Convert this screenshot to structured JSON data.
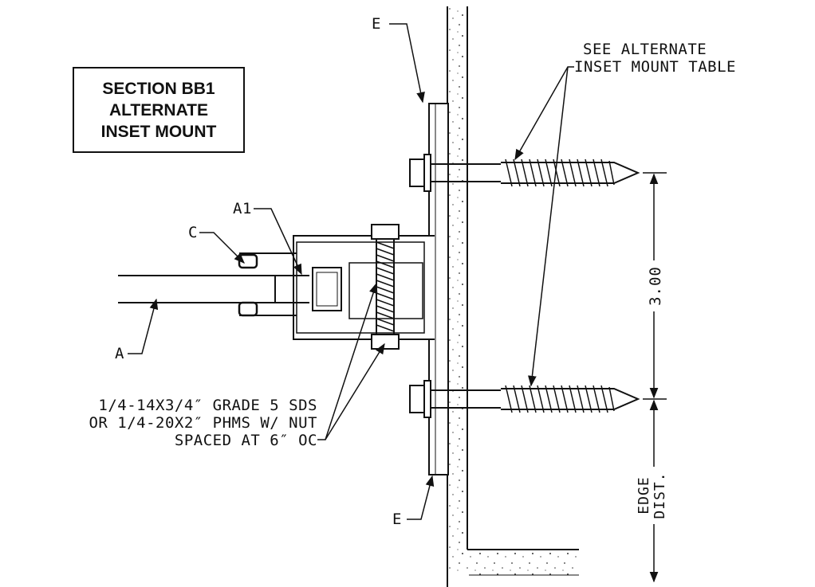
{
  "title_box": {
    "line1": "SECTION BB1",
    "line2": "ALTERNATE",
    "line3": "INSET MOUNT"
  },
  "callouts": {
    "see_line1": "SEE ALTERNATE",
    "see_line2": "INSET MOUNT TABLE",
    "label_e_top": "E",
    "label_e_bottom": "E",
    "label_a1": "A1",
    "label_c": "C",
    "label_a": "A",
    "screw_line1": "1/4-14X3/4″ GRADE 5 SDS",
    "screw_line2": "OR 1/4-20X2″ PHMS W/ NUT",
    "screw_line3": "SPACED AT 6″ OC"
  },
  "dimensions": {
    "spacing": "3.00",
    "edge_line1": "EDGE",
    "edge_line2": "DIST."
  },
  "colors": {
    "ink": "#111111",
    "paper": "#ffffff"
  }
}
